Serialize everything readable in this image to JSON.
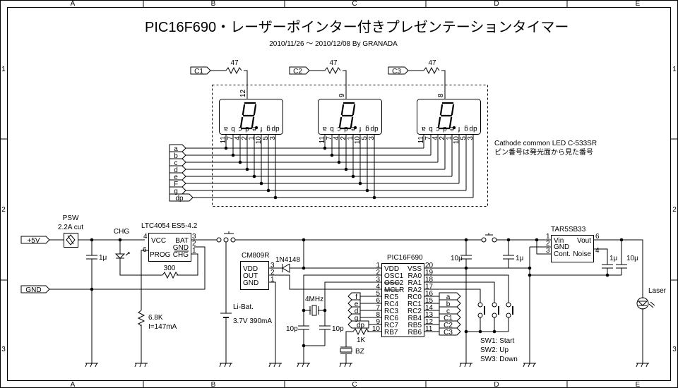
{
  "title": "PIC16F690・レーザーポインター付きプレゼンテーションタイマー",
  "subtitle": "2010/11/26 〜 2010/12/08  By  GRANADA",
  "grid": {
    "cols": [
      "A",
      "B",
      "C",
      "D",
      "E"
    ],
    "rows": [
      "1",
      "2",
      "3"
    ]
  },
  "display": {
    "common_nets": [
      "C1",
      "C2",
      "C3"
    ],
    "resistor": "47",
    "common_pins": [
      "12",
      "9",
      "8"
    ],
    "seg_pins": [
      "11",
      "7",
      "4",
      "2",
      "1",
      "10",
      "5",
      "3"
    ],
    "seg_letters": [
      "a",
      "b",
      "c",
      "d",
      "e",
      "f",
      "g",
      "dp"
    ],
    "bus_labels": [
      "a",
      "b",
      "c",
      "d",
      "e",
      "F",
      "g",
      "dp"
    ],
    "note": [
      "Cathode common LED C-533SR",
      "ピン番号は発光面から見た番号"
    ]
  },
  "power": {
    "plus5v": "+5V",
    "gnd": "GND",
    "psw": [
      "PSW",
      "2.2A cut"
    ],
    "cap": "1μ",
    "chg": "CHG",
    "r_chg": "300",
    "r_prog": [
      "6.8K",
      "I=147mA"
    ],
    "battery": [
      "Li-Bat.",
      "3.7V 390mA"
    ]
  },
  "charger": {
    "name": "LTC4054 ES5-4.2",
    "labels": {
      "vcc": "VCC",
      "bat": "BAT",
      "gnd": "GND",
      "prog": "PROG",
      "chg": "CHG"
    },
    "pins": {
      "vcc": "4",
      "bat": "3",
      "gnd": "2",
      "prog": "6",
      "chg": "1"
    }
  },
  "reset": {
    "name": "CM809R",
    "labels": [
      "VDD",
      "OUT",
      "GND"
    ],
    "pins": [
      "3",
      "2",
      "1"
    ],
    "diode": "1N4148"
  },
  "mcu": {
    "name": "PIC16F690",
    "left": [
      {
        "n": "1",
        "l": "VDD"
      },
      {
        "n": "2",
        "l": "OSC1"
      },
      {
        "n": "3",
        "l": "OSC2"
      },
      {
        "n": "4",
        "l": "MCLR"
      },
      {
        "n": "5",
        "l": "RC5"
      },
      {
        "n": "6",
        "l": "RC4"
      },
      {
        "n": "7",
        "l": "RC3"
      },
      {
        "n": "8",
        "l": "RC6"
      },
      {
        "n": "9",
        "l": "RC7"
      },
      {
        "n": "10",
        "l": "RB7"
      }
    ],
    "right": [
      {
        "n": "20",
        "l": "VSS"
      },
      {
        "n": "19",
        "l": "RA0"
      },
      {
        "n": "18",
        "l": "RA1"
      },
      {
        "n": "17",
        "l": "RA2"
      },
      {
        "n": "16",
        "l": "RC0"
      },
      {
        "n": "15",
        "l": "RC1"
      },
      {
        "n": "14",
        "l": "RC2"
      },
      {
        "n": "13",
        "l": "RB4"
      },
      {
        "n": "12",
        "l": "RB5"
      },
      {
        "n": "11",
        "l": "RB6"
      }
    ],
    "left_nets": [
      "f",
      "e",
      "d",
      "g",
      "dp"
    ],
    "right_nets": [
      "a",
      "b",
      "c",
      "C1",
      "C2",
      "C3"
    ]
  },
  "osc": {
    "crystal": "4MHz",
    "c1": "10p",
    "c2": "10p"
  },
  "buzzer": {
    "resistor": "1K",
    "name": "BZ"
  },
  "caps": {
    "c_vdd": "10μ",
    "c_in": "1μ",
    "c_noise": "1μ",
    "c_out": "10μ"
  },
  "regulator": {
    "name": "TAR5SB33",
    "labels": {
      "vin": "Vin",
      "gnd": "GND",
      "cont": "Cont.",
      "noise": "Noise",
      "vout": "Vout"
    },
    "pins": {
      "vin": "1",
      "gnd": "2",
      "cont": "3",
      "noise": "4",
      "vout": "6"
    }
  },
  "laser": "Laser",
  "switches": [
    "SW1: Start",
    "SW2: Up",
    "SW3: Down"
  ]
}
